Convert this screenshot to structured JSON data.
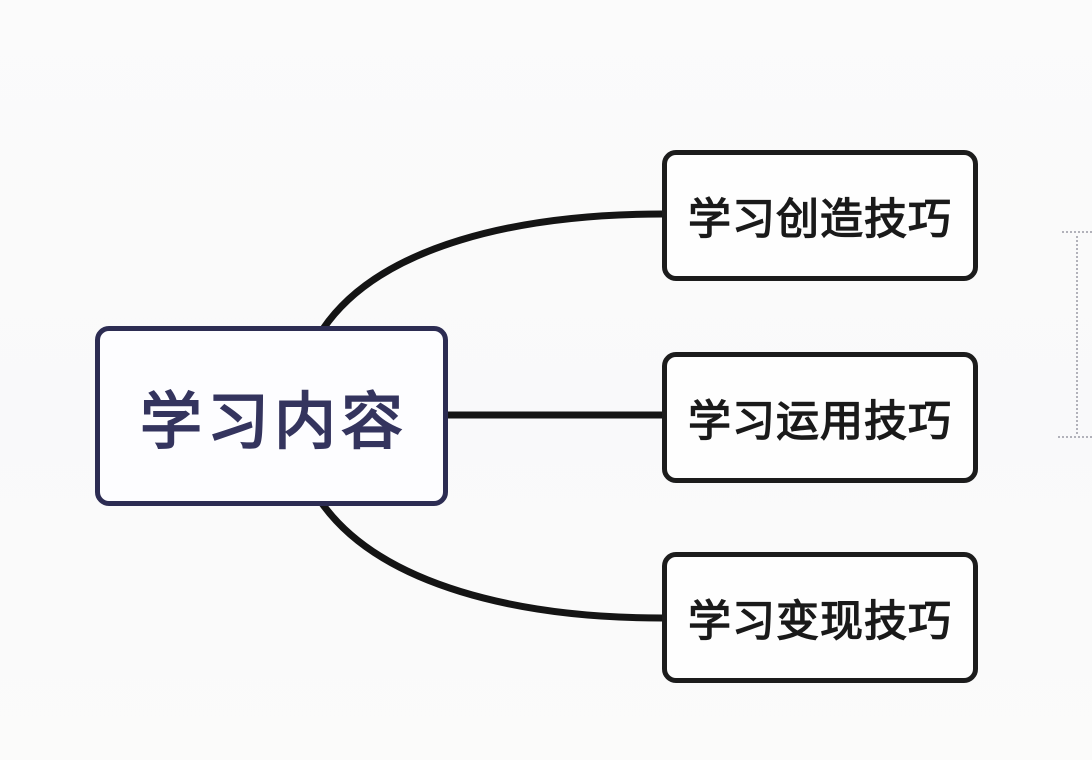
{
  "diagram": {
    "type": "mindmap",
    "root": {
      "label": "学习内容"
    },
    "children": [
      {
        "label": "学习创造技巧"
      },
      {
        "label": "学习运用技巧"
      },
      {
        "label": "学习变现技巧"
      }
    ],
    "colors": {
      "background": "#fafafa",
      "root_border": "#2c2c52",
      "root_text": "#34345e",
      "root_fill": "#fdfdff",
      "child_border": "#1c1c1c",
      "child_text": "#1a1a1a",
      "child_fill": "#fefefe",
      "connector": "#141414",
      "artifact_dotted": "#b2b2ba"
    },
    "connector_stroke_width": "7"
  }
}
